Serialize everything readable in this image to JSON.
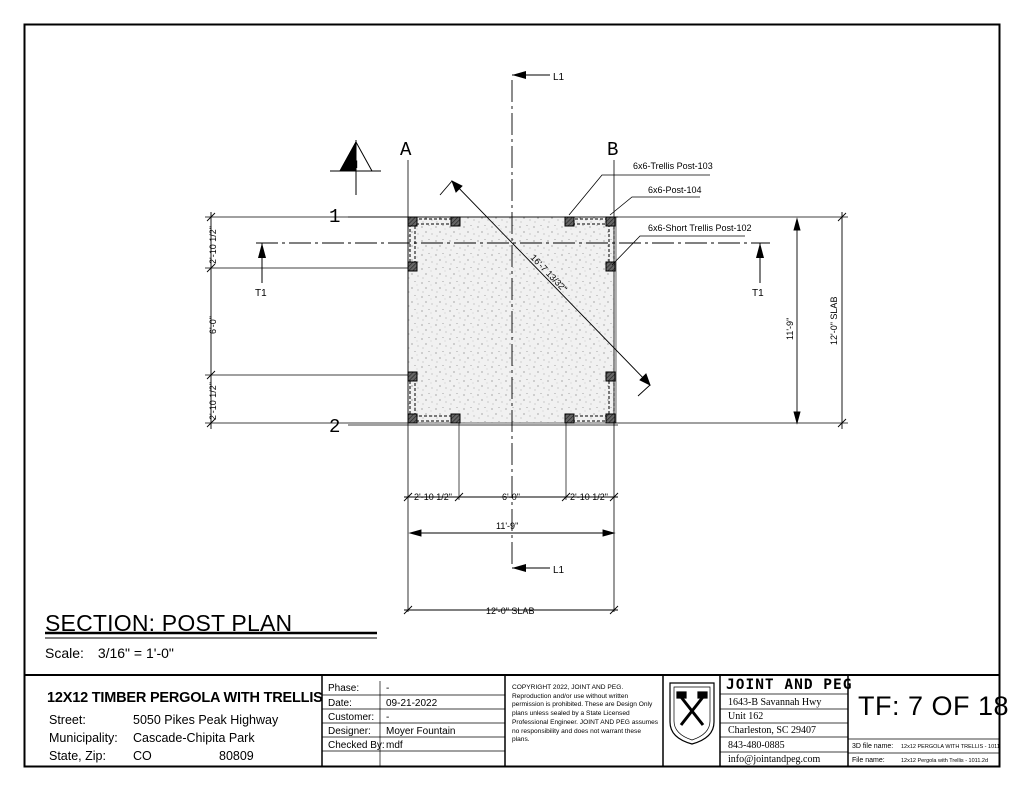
{
  "drawing": {
    "grid_lines": {
      "a": "A",
      "b": "B",
      "row1": "1",
      "row2": "2"
    },
    "section_marks": {
      "top": "L1",
      "bottom": "L1",
      "left": "T1",
      "right": "T1"
    },
    "north_arrow_letter": "N",
    "callouts": {
      "trellis_post": "6x6-Trellis Post-103",
      "post": "6x6-Post-104",
      "short_trellis_post": "6x6-Short Trellis Post-102"
    },
    "dimensions": {
      "diagonal": "16'-7 13/32\"",
      "left_top": "2'-10 1/2\"",
      "left_middle": "6'-0\"",
      "left_bottom": "2'-10 1/2\"",
      "right_inner": "11'-9\"",
      "right_outer": "12'-0\" SLAB",
      "bottom_left": "2'-10 1/2\"",
      "bottom_middle": "6'-0\"",
      "bottom_right": "2'-10 1/2\"",
      "bottom_inner": "11'-9\"",
      "bottom_outer": "12'-0\" SLAB"
    }
  },
  "sheet": {
    "title": "SECTION:   POST PLAN",
    "scale_label": "Scale:",
    "scale_value": "3/16\" = 1'-0\""
  },
  "title_block": {
    "project": "12X12 TIMBER PERGOLA WITH TRELLIS",
    "street_label": "Street:",
    "street": "5050 Pikes Peak Highway",
    "municipality_label": "Municipality:",
    "municipality": "Cascade-Chipita Park",
    "state_zip_label": "State, Zip:",
    "state": "CO",
    "zip": "80809",
    "fields": [
      {
        "label": "Phase:",
        "value": "-"
      },
      {
        "label": "Date:",
        "value": "09-21-2022"
      },
      {
        "label": "Customer:",
        "value": "-"
      },
      {
        "label": "Designer:",
        "value": "Moyer Fountain"
      },
      {
        "label": "Checked By:",
        "value": "mdf"
      }
    ],
    "copyright": "COPYRIGHT 2022, JOINT AND PEG. Reproduction and/or use without written permission is prohibited. These are Design Only plans unless sealed by a State Licensed Professional Engineer. JOINT AND PEG assumes no responsibility and does not warrant these plans.",
    "company": {
      "name": "JOINT AND PEG",
      "address1": "1643-B Savannah Hwy",
      "address2": "Unit 162",
      "city": "Charleston, SC 29407",
      "phone": "843-480-0885",
      "email": "info@jointandpeg.com"
    },
    "sheet_number": "TF: 7 OF 18",
    "file_3d_label": "3D file name:",
    "file_3d": "12x12 PERGOLA WITH TRELLIS - 1011",
    "file_label": "File name:",
    "file": "12x12 Pergola with Trellis - 1011.2d"
  }
}
